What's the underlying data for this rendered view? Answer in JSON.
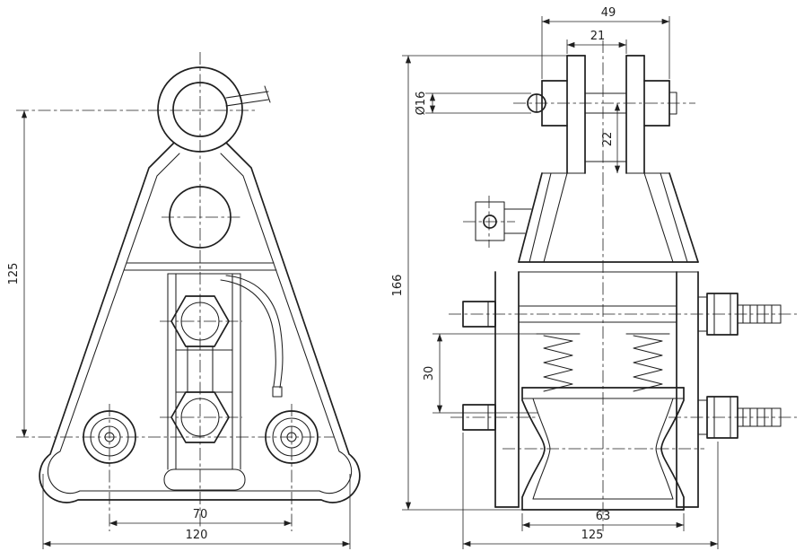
{
  "drawing": {
    "kind": "two-view mechanical part drawing (suspension clamp with roller)",
    "dimensions": {
      "front_height": "125",
      "front_bolt_spacing": "70",
      "front_overall_width": "120",
      "side_clevis_outer": "49",
      "side_clevis_inner": "21",
      "side_pin_diameter": "Ø16",
      "side_pin_to_base": "22",
      "side_overall_height": "166",
      "side_spring_travel": "30",
      "side_roller_width": "63",
      "side_overall_width": "125"
    },
    "colors": {
      "line": "#1f1f1f",
      "background": "#ffffff"
    }
  }
}
